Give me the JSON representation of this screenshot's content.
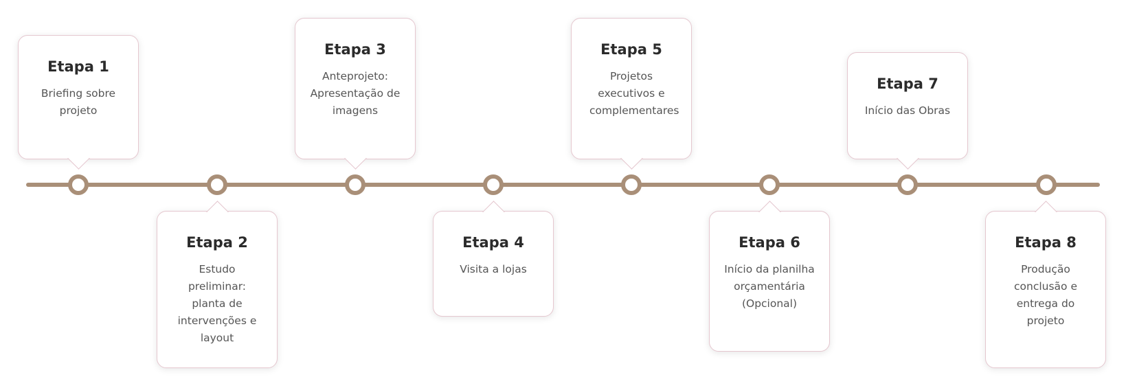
{
  "colors": {
    "timeline": "#a98f78",
    "card_border": "#e5c7cf",
    "title_text": "#2b2b2b",
    "body_text": "#555555"
  },
  "steps": [
    {
      "title": "Etapa 1",
      "description": "Briefing sobre projeto"
    },
    {
      "title": "Etapa 2",
      "description": "Estudo preliminar: planta de intervenções e layout"
    },
    {
      "title": "Etapa 3",
      "description": "Anteprojeto: Apresentação de imagens"
    },
    {
      "title": "Etapa 4",
      "description": "Visita a lojas"
    },
    {
      "title": "Etapa 5",
      "description": "Projetos executivos e complementares"
    },
    {
      "title": "Etapa 6",
      "description": "Início da planilha orçamentária (Opcional)"
    },
    {
      "title": "Etapa 7",
      "description": "Início das Obras"
    },
    {
      "title": "Etapa 8",
      "description": "Produção conclusão e entrega do projeto"
    }
  ]
}
